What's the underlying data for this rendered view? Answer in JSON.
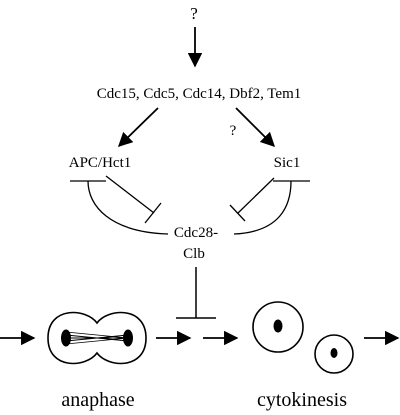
{
  "diagram": {
    "top_question": "?",
    "mid_question": "?",
    "regulators": "Cdc15, Cdc5, Cdc14, Dbf2, Tem1",
    "left_target": "APC/Hct1",
    "right_target": "Sic1",
    "kinase_line1": "Cdc28-",
    "kinase_line2": "Clb",
    "stage_left": "anaphase",
    "stage_right": "cytokinesis"
  }
}
